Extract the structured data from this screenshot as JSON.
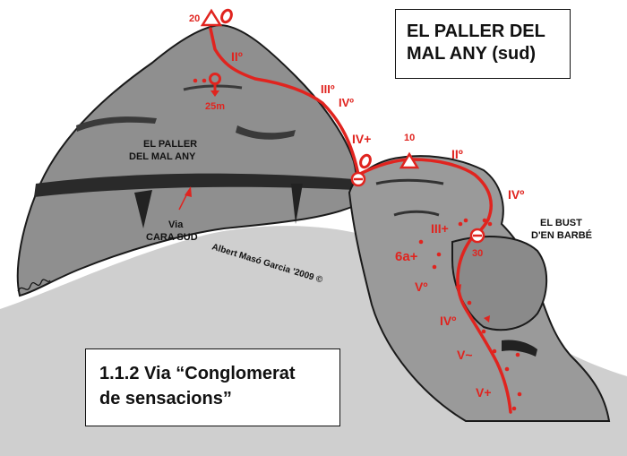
{
  "title_box": {
    "line1": "EL PALLER DEL",
    "line2": "MAL ANY (sud)"
  },
  "route_box": {
    "line1": "1.1.2 Via “Conglomerat",
    "line2": "de sensacions”"
  },
  "labels": {
    "summit_number": "20",
    "anchor_length": "25m",
    "rock_name_1": "EL PALLER",
    "rock_name_2": "DEL MAL ANY",
    "via_1": "Via",
    "via_2": "CARA SUD",
    "bust_1": "EL BUST",
    "bust_2": "D'EN BARBÉ",
    "peak_number": "10",
    "belay_number": "30",
    "credit": "Albert Masó Garcia '2009 ©"
  },
  "grades": {
    "g1": "IIº",
    "g2": "IIIº",
    "g3": "IVº",
    "g4": "IV+",
    "g5": "IIº",
    "g6": "IVº",
    "g7": "III+",
    "g8": "6a+",
    "g9": "Vº",
    "g10": "IVº",
    "g11": "V~",
    "g12": "V+"
  },
  "colors": {
    "route": "#e0241f",
    "rock": "#8f8f8f",
    "ground": "#cfcfcf"
  }
}
